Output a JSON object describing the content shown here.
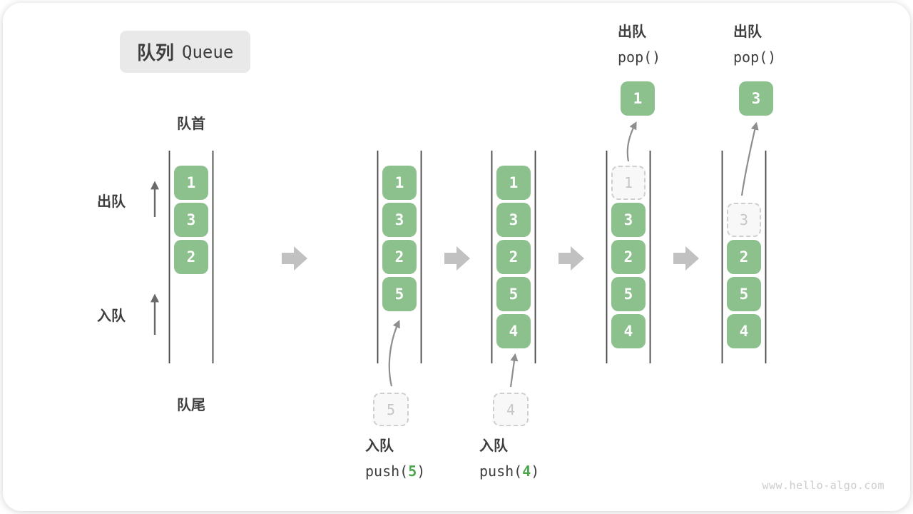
{
  "title": {
    "zh": "队列",
    "en": "Queue"
  },
  "side_labels": {
    "front": "队首",
    "rear": "队尾",
    "dequeue": "出队",
    "enqueue": "入队"
  },
  "watermark": "www.hello-algo.com",
  "colors": {
    "ink": "#3D3D3D",
    "box": "#8CC08C",
    "accent": "#4CA64C",
    "ghost_border": "#CFCFCF",
    "ghost_fill": "#F8F8F8",
    "ghost_text": "#C6C6C6",
    "badge_bg": "#E9E9E9",
    "block_arrow": "#C1C1C1",
    "thin_arrow": "#8E8E8E",
    "side_arrow": "#696969",
    "channel_line": "#454545",
    "watermark_color": "#CBCBCB"
  },
  "columns": [
    {
      "boxes": [
        {
          "row": 0,
          "value": "1"
        },
        {
          "row": 1,
          "value": "3"
        },
        {
          "row": 2,
          "value": "2"
        }
      ]
    },
    {
      "boxes": [
        {
          "row": 0,
          "value": "1"
        },
        {
          "row": 1,
          "value": "3"
        },
        {
          "row": 2,
          "value": "2"
        },
        {
          "row": 3,
          "value": "5"
        }
      ],
      "incoming": "5",
      "op_bottom": {
        "label": "入队",
        "code_pre": "push(",
        "code_arg": "5",
        "code_post": ")"
      }
    },
    {
      "boxes": [
        {
          "row": 0,
          "value": "1"
        },
        {
          "row": 1,
          "value": "3"
        },
        {
          "row": 2,
          "value": "2"
        },
        {
          "row": 3,
          "value": "5"
        },
        {
          "row": 4,
          "value": "4"
        }
      ],
      "incoming": "4",
      "op_bottom": {
        "label": "入队",
        "code_pre": "push(",
        "code_arg": "4",
        "code_post": ")"
      }
    },
    {
      "boxes": [
        {
          "row": 0,
          "value": "1",
          "ghost": true
        },
        {
          "row": 1,
          "value": "3"
        },
        {
          "row": 2,
          "value": "2"
        },
        {
          "row": 3,
          "value": "5"
        },
        {
          "row": 4,
          "value": "4"
        }
      ],
      "popped": "1",
      "op_top": {
        "label": "出队",
        "code": "pop()"
      }
    },
    {
      "boxes": [
        {
          "row": 1,
          "value": "3",
          "ghost": true
        },
        {
          "row": 2,
          "value": "2"
        },
        {
          "row": 3,
          "value": "5"
        },
        {
          "row": 4,
          "value": "4"
        }
      ],
      "popped": "3",
      "op_top": {
        "label": "出队",
        "code": "pop()"
      }
    }
  ]
}
